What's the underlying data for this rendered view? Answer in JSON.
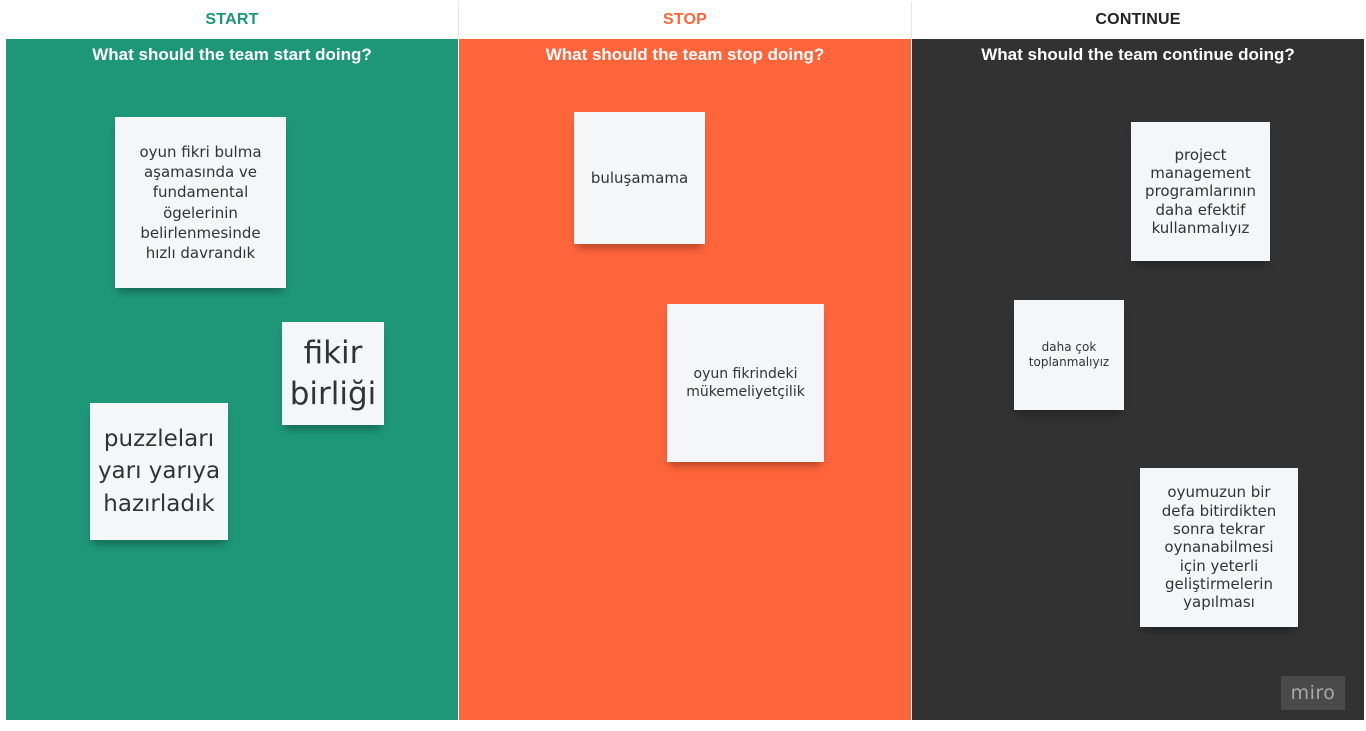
{
  "columns": {
    "start": {
      "title": "START",
      "question": "What should the team start doing?",
      "title_color": "#1e9678",
      "background": "#1e9678",
      "notes": [
        "oyun fikri bulma aşamasında ve fundamental ögelerinin belirlenmesinde hızlı davrandık",
        "fikir birliği",
        "puzzleları yarı yarıya hazırladık"
      ]
    },
    "stop": {
      "title": "STOP",
      "question": "What should the team stop doing?",
      "title_color": "#ff6339",
      "background": "#ff653b",
      "notes": [
        "buluşamama",
        "oyun fikrindeki mükemeliyetçilik"
      ]
    },
    "continue": {
      "title": "CONTINUE",
      "question": "What should the team continue doing?",
      "title_color": "#222222",
      "background": "#323232",
      "notes": [
        "project management programlarının daha efektif kullanmalıyız",
        "daha çok toplanmalıyız",
        "oyumuzun bir defa bitirdikten sonra tekrar oynanabilmesi için yeterli geliştirmelerin yapılması"
      ]
    }
  },
  "sticky_color": "#f5f6f8",
  "logo": {
    "text": "miro"
  }
}
